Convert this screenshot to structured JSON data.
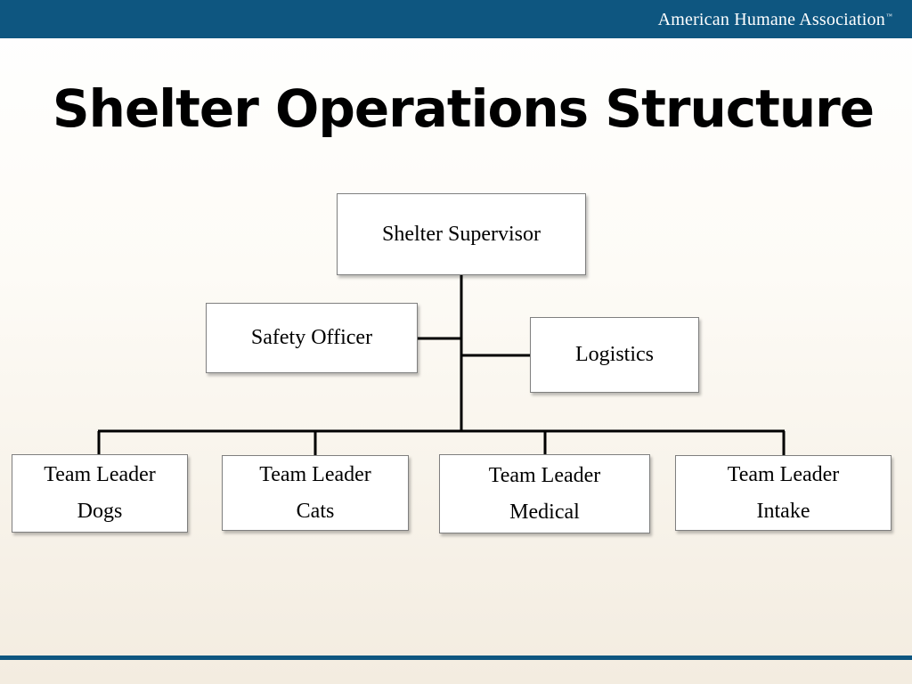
{
  "header": {
    "brand": "American Humane Association",
    "brand_mark": "™"
  },
  "slide": {
    "title": "Shelter Operations Structure"
  },
  "org_chart": {
    "supervisor": "Shelter Supervisor",
    "staff": {
      "left": "Safety Officer",
      "right": "Logistics"
    },
    "team_leaders": [
      {
        "line1": "Team Leader",
        "line2": "Dogs"
      },
      {
        "line1": "Team Leader",
        "line2": "Cats"
      },
      {
        "line1": "Team Leader",
        "line2": "Medical"
      },
      {
        "line1": "Team Leader",
        "line2": "Intake"
      }
    ]
  },
  "colors": {
    "accent": "#0e5680",
    "box_border": "#7f7f7f",
    "connector": "#000000"
  }
}
